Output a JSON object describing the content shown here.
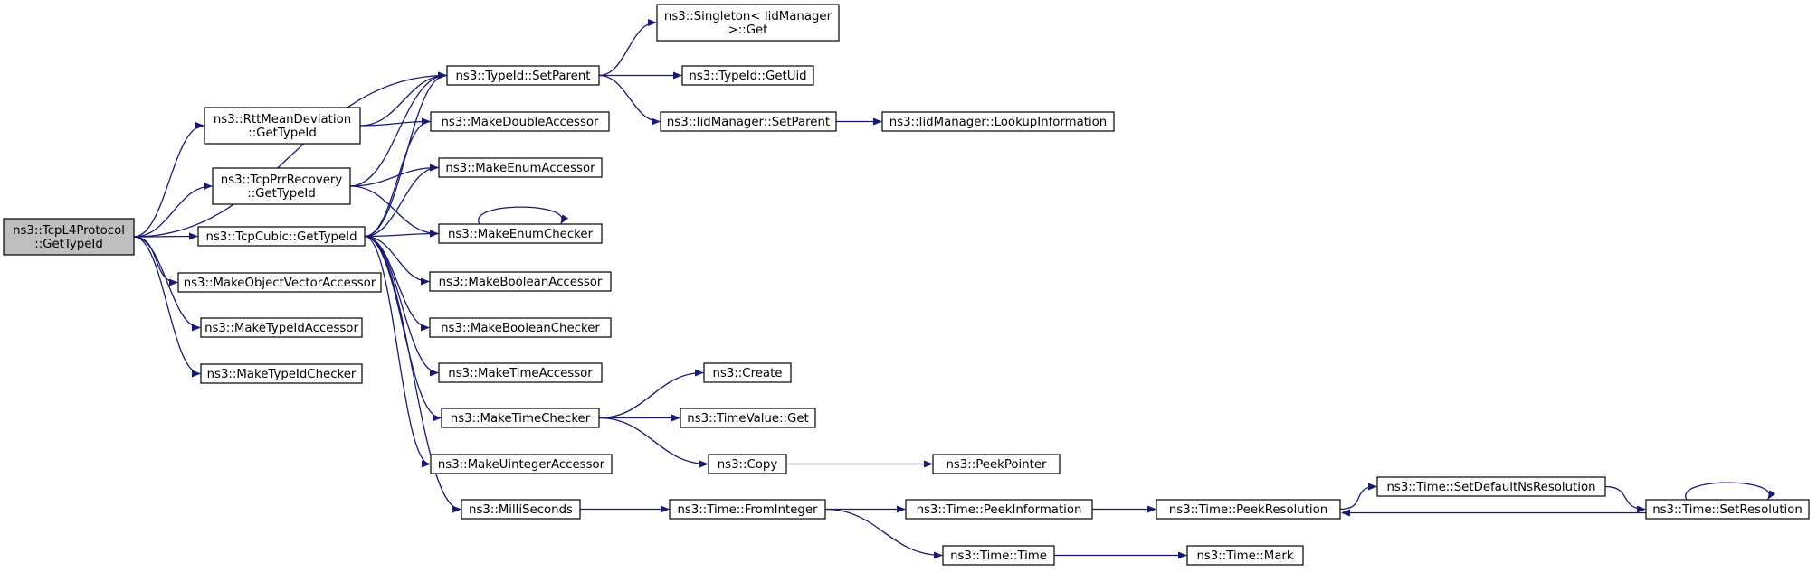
{
  "nodes": [
    {
      "id": "root",
      "lines": [
        "ns3::TcpL4Protocol",
        "::GetTypeId"
      ],
      "root": true
    },
    {
      "id": "rttmean",
      "lines": [
        "ns3::RttMeanDeviation",
        "::GetTypeId"
      ]
    },
    {
      "id": "tcpprr",
      "lines": [
        "ns3::TcpPrrRecovery",
        "::GetTypeId"
      ]
    },
    {
      "id": "tcpcubic",
      "lines": [
        "ns3::TcpCubic::GetTypeId"
      ]
    },
    {
      "id": "makeobjvec",
      "lines": [
        "ns3::MakeObjectVectorAccessor"
      ]
    },
    {
      "id": "maketypeidacc",
      "lines": [
        "ns3::MakeTypeIdAccessor"
      ]
    },
    {
      "id": "maketypeidchk",
      "lines": [
        "ns3::MakeTypeIdChecker"
      ]
    },
    {
      "id": "setparent",
      "lines": [
        "ns3::TypeId::SetParent"
      ]
    },
    {
      "id": "makedoubleacc",
      "lines": [
        "ns3::MakeDoubleAccessor"
      ]
    },
    {
      "id": "makeenumacc",
      "lines": [
        "ns3::MakeEnumAccessor"
      ]
    },
    {
      "id": "makeenumchk",
      "lines": [
        "ns3::MakeEnumChecker"
      ]
    },
    {
      "id": "makeboolacc",
      "lines": [
        "ns3::MakeBooleanAccessor"
      ]
    },
    {
      "id": "makeboolchk",
      "lines": [
        "ns3::MakeBooleanChecker"
      ]
    },
    {
      "id": "maketimeacc",
      "lines": [
        "ns3::MakeTimeAccessor"
      ]
    },
    {
      "id": "maketimechk",
      "lines": [
        "ns3::MakeTimeChecker"
      ]
    },
    {
      "id": "makeuintacc",
      "lines": [
        "ns3::MakeUintegerAccessor"
      ]
    },
    {
      "id": "milliseconds",
      "lines": [
        "ns3::MilliSeconds"
      ]
    },
    {
      "id": "singletonget",
      "lines": [
        "ns3::Singleton< IidManager",
        ">::Get"
      ]
    },
    {
      "id": "getuid",
      "lines": [
        "ns3::TypeId::GetUid"
      ]
    },
    {
      "id": "iidsetparent",
      "lines": [
        "ns3::IidManager::SetParent"
      ]
    },
    {
      "id": "lookupinfo",
      "lines": [
        "ns3::IidManager::LookupInformation"
      ]
    },
    {
      "id": "create",
      "lines": [
        "ns3::Create"
      ]
    },
    {
      "id": "timevalueget",
      "lines": [
        "ns3::TimeValue::Get"
      ]
    },
    {
      "id": "copy",
      "lines": [
        "ns3::Copy"
      ]
    },
    {
      "id": "peekpointer",
      "lines": [
        "ns3::PeekPointer"
      ]
    },
    {
      "id": "fromint",
      "lines": [
        "ns3::Time::FromInteger"
      ]
    },
    {
      "id": "peekinfo",
      "lines": [
        "ns3::Time::PeekInformation"
      ]
    },
    {
      "id": "peekres",
      "lines": [
        "ns3::Time::PeekResolution"
      ]
    },
    {
      "id": "setdefns",
      "lines": [
        "ns3::Time::SetDefaultNsResolution"
      ]
    },
    {
      "id": "setres",
      "lines": [
        "ns3::Time::SetResolution"
      ]
    },
    {
      "id": "timetime",
      "lines": [
        "ns3::Time::Time"
      ]
    },
    {
      "id": "timemark",
      "lines": [
        "ns3::Time::Mark"
      ]
    }
  ],
  "edges": [
    [
      "root",
      "setparent"
    ],
    [
      "root",
      "rttmean"
    ],
    [
      "root",
      "tcpprr"
    ],
    [
      "root",
      "tcpcubic"
    ],
    [
      "root",
      "makeobjvec"
    ],
    [
      "root",
      "maketypeidacc"
    ],
    [
      "root",
      "maketypeidchk"
    ],
    [
      "rttmean",
      "setparent"
    ],
    [
      "rttmean",
      "makedoubleacc"
    ],
    [
      "tcpprr",
      "setparent"
    ],
    [
      "tcpprr",
      "makeenumacc"
    ],
    [
      "tcpprr",
      "makeenumchk"
    ],
    [
      "tcpcubic",
      "setparent"
    ],
    [
      "tcpcubic",
      "makedoubleacc"
    ],
    [
      "tcpcubic",
      "makeenumacc"
    ],
    [
      "tcpcubic",
      "makeenumchk"
    ],
    [
      "tcpcubic",
      "makeboolacc"
    ],
    [
      "tcpcubic",
      "makeboolchk"
    ],
    [
      "tcpcubic",
      "maketimeacc"
    ],
    [
      "tcpcubic",
      "maketimechk"
    ],
    [
      "tcpcubic",
      "makeuintacc"
    ],
    [
      "tcpcubic",
      "milliseconds"
    ],
    [
      "setparent",
      "singletonget"
    ],
    [
      "setparent",
      "getuid"
    ],
    [
      "setparent",
      "iidsetparent"
    ],
    [
      "iidsetparent",
      "lookupinfo"
    ],
    [
      "makeenumchk",
      "makeenumchk"
    ],
    [
      "maketimechk",
      "create"
    ],
    [
      "maketimechk",
      "timevalueget"
    ],
    [
      "maketimechk",
      "copy"
    ],
    [
      "copy",
      "peekpointer"
    ],
    [
      "milliseconds",
      "fromint"
    ],
    [
      "fromint",
      "peekinfo"
    ],
    [
      "fromint",
      "timetime"
    ],
    [
      "peekinfo",
      "peekres"
    ],
    [
      "peekres",
      "setdefns"
    ],
    [
      "setdefns",
      "setres"
    ],
    [
      "setres",
      "peekres"
    ],
    [
      "setres",
      "setres"
    ],
    [
      "timetime",
      "timemark"
    ]
  ]
}
